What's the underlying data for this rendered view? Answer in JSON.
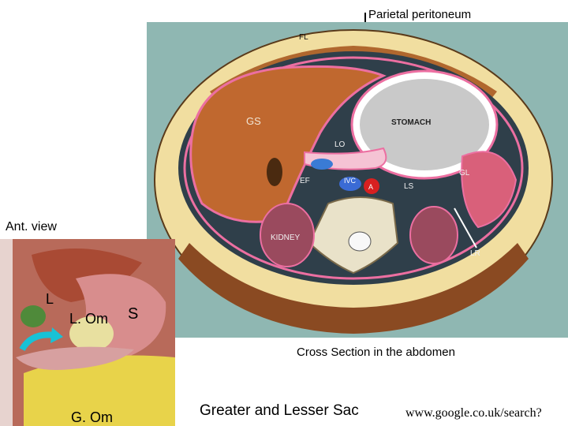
{
  "labels": {
    "parietal_peritoneum": "Parietal peritoneum",
    "ant_view": "Ant. view",
    "cross_section_caption": "Cross Section in the abdomen",
    "title": "Greater and Lesser Sac",
    "source": "www.google.co.uk/search?"
  },
  "cross_section": {
    "fl": "FL",
    "gs": "GS",
    "stomach": "STOMACH",
    "lo": "LO",
    "gl": "GL",
    "ef": "EF",
    "ivc": "IVC",
    "a": "A",
    "ls": "LS",
    "kidney": "KIDNEY",
    "lr": "LR"
  },
  "anterior_view": {
    "l": "L",
    "l_om": "L. Om",
    "s": "S",
    "g_om": "G. Om"
  },
  "colors": {
    "background_teal": "#8fb7b2",
    "skin_cream": "#f1dea0",
    "muscle_brown": "#8a4a22",
    "liver": "#c0682f",
    "peritoneum_pink": "#ec6fa1",
    "cavity_dark": "#2f3f4a",
    "stomach_wall": "#c9c9c9",
    "kidney": "#9a4a5e",
    "spleen": "#d9607a",
    "arrow_cyan": "#18c2d6"
  }
}
